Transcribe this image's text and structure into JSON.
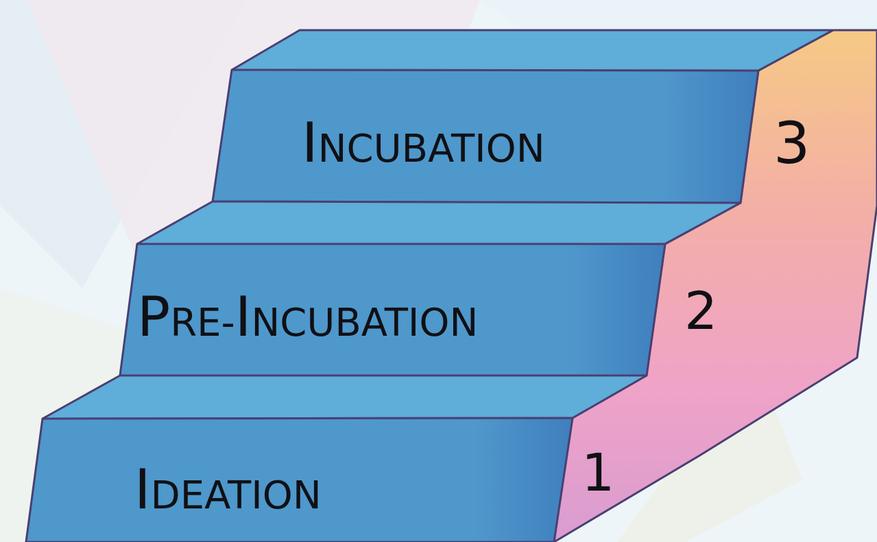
{
  "steps": [
    {
      "number": "1",
      "label_initial": "I",
      "label_rest": "DEATION"
    },
    {
      "number": "2",
      "label_initial": "P",
      "label_rest": "RE-",
      "label_initial_2": "I",
      "label_rest_2": "NCUBATION"
    },
    {
      "number": "3",
      "label_initial": "I",
      "label_rest": "NCUBATION"
    }
  ],
  "colors": {
    "front_face": "#4f98cc",
    "top_face": "#5fadd9",
    "outline": "#4a3f72",
    "side_gradient": [
      "#f3c787",
      "#f1a9ba",
      "#efa2cd",
      "#dca0d3"
    ],
    "background": "#eef5f8"
  }
}
